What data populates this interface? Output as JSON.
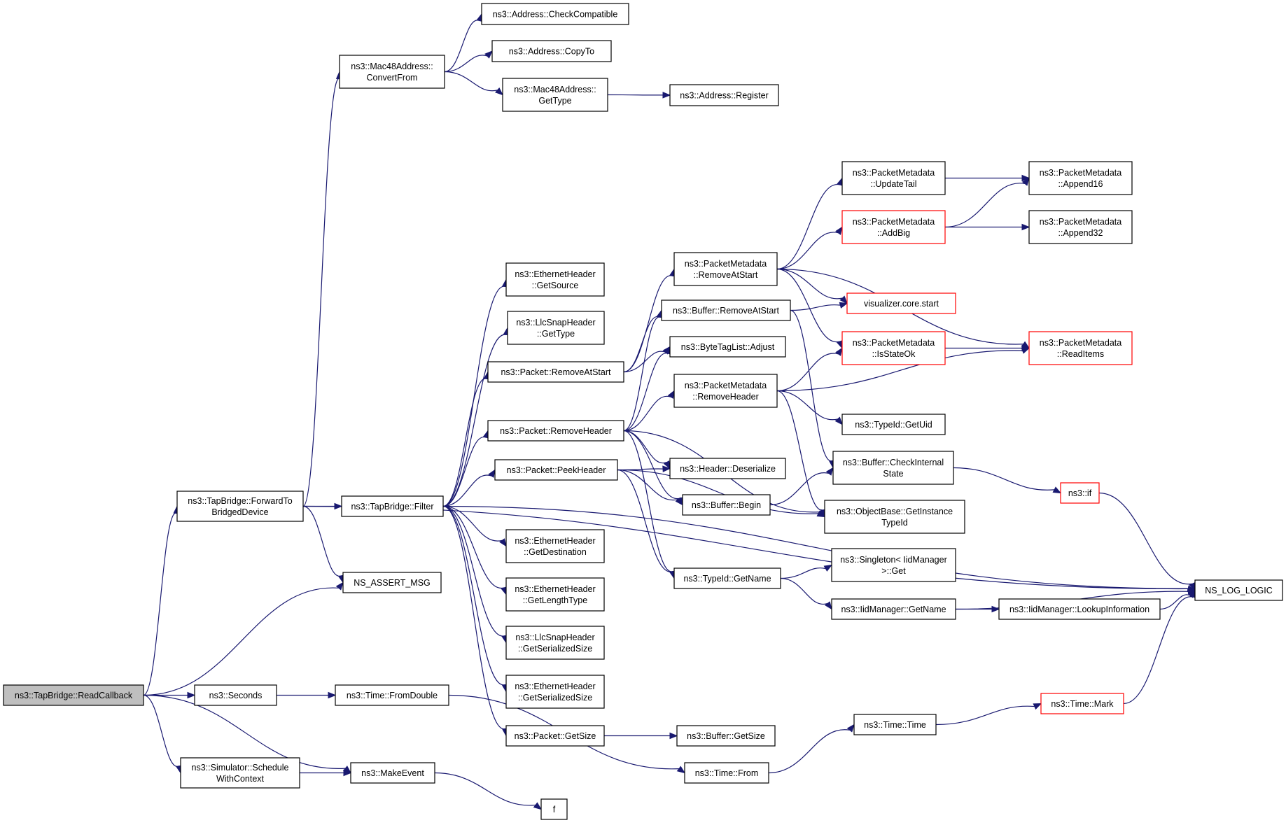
{
  "colors": {
    "edge": "#191970",
    "node_border": "#000000",
    "node_border_truncated": "#ff0000",
    "root_fill": "#bfbfbf",
    "node_fill": "#ffffff"
  },
  "nodes": [
    {
      "id": "readcallback",
      "label": [
        "ns3::TapBridge::ReadCallback"
      ],
      "style": "root"
    },
    {
      "id": "forwardto",
      "label": [
        "ns3::TapBridge::ForwardTo",
        "BridgedDevice"
      ],
      "style": "normal"
    },
    {
      "id": "assertmsg",
      "label": [
        "NS_ASSERT_MSG"
      ],
      "style": "normal"
    },
    {
      "id": "seconds",
      "label": [
        "ns3::Seconds"
      ],
      "style": "normal"
    },
    {
      "id": "schedule",
      "label": [
        "ns3::Simulator::Schedule",
        "WithContext"
      ],
      "style": "normal"
    },
    {
      "id": "makeevent",
      "label": [
        "ns3::MakeEvent"
      ],
      "style": "normal"
    },
    {
      "id": "f",
      "label": [
        "f"
      ],
      "style": "normal"
    },
    {
      "id": "mac48convert",
      "label": [
        "ns3::Mac48Address::",
        "ConvertFrom"
      ],
      "style": "normal"
    },
    {
      "id": "checkcompat",
      "label": [
        "ns3::Address::CheckCompatible"
      ],
      "style": "normal"
    },
    {
      "id": "copyto",
      "label": [
        "ns3::Address::CopyTo"
      ],
      "style": "normal"
    },
    {
      "id": "mac48gettype",
      "label": [
        "ns3::Mac48Address::",
        "GetType"
      ],
      "style": "normal"
    },
    {
      "id": "register",
      "label": [
        "ns3::Address::Register"
      ],
      "style": "normal"
    },
    {
      "id": "filter",
      "label": [
        "ns3::TapBridge::Filter"
      ],
      "style": "normal"
    },
    {
      "id": "fromdouble",
      "label": [
        "ns3::Time::FromDouble"
      ],
      "style": "normal"
    },
    {
      "id": "ethgetsource",
      "label": [
        "ns3::EthernetHeader",
        "::GetSource"
      ],
      "style": "normal"
    },
    {
      "id": "llcgettype",
      "label": [
        "ns3::LlcSnapHeader",
        "::GetType"
      ],
      "style": "normal"
    },
    {
      "id": "pktremoveatstart",
      "label": [
        "ns3::Packet::RemoveAtStart"
      ],
      "style": "normal"
    },
    {
      "id": "pktremoveheader",
      "label": [
        "ns3::Packet::RemoveHeader"
      ],
      "style": "normal"
    },
    {
      "id": "pktpeekheader",
      "label": [
        "ns3::Packet::PeekHeader"
      ],
      "style": "normal"
    },
    {
      "id": "ethgetdest",
      "label": [
        "ns3::EthernetHeader",
        "::GetDestination"
      ],
      "style": "normal"
    },
    {
      "id": "ethgetlen",
      "label": [
        "ns3::EthernetHeader",
        "::GetLengthType"
      ],
      "style": "normal"
    },
    {
      "id": "llcserial",
      "label": [
        "ns3::LlcSnapHeader",
        "::GetSerializedSize"
      ],
      "style": "normal"
    },
    {
      "id": "ethserial",
      "label": [
        "ns3::EthernetHeader",
        "::GetSerializedSize"
      ],
      "style": "normal"
    },
    {
      "id": "pktgetsize",
      "label": [
        "ns3::Packet::GetSize"
      ],
      "style": "normal"
    },
    {
      "id": "pmremoveatstart",
      "label": [
        "ns3::PacketMetadata",
        "::RemoveAtStart"
      ],
      "style": "normal"
    },
    {
      "id": "bufremoveatstart",
      "label": [
        "ns3::Buffer::RemoveAtStart"
      ],
      "style": "normal"
    },
    {
      "id": "bytetagadjust",
      "label": [
        "ns3::ByteTagList::Adjust"
      ],
      "style": "normal"
    },
    {
      "id": "pmremoveheader",
      "label": [
        "ns3::PacketMetadata",
        "::RemoveHeader"
      ],
      "style": "normal"
    },
    {
      "id": "headerdeser",
      "label": [
        "ns3::Header::Deserialize"
      ],
      "style": "normal"
    },
    {
      "id": "bufbegin",
      "label": [
        "ns3::Buffer::Begin"
      ],
      "style": "normal"
    },
    {
      "id": "typeidgetname",
      "label": [
        "ns3::TypeId::GetName"
      ],
      "style": "normal"
    },
    {
      "id": "bufgetsize",
      "label": [
        "ns3::Buffer::GetSize"
      ],
      "style": "normal"
    },
    {
      "id": "timefrom",
      "label": [
        "ns3::Time::From"
      ],
      "style": "normal"
    },
    {
      "id": "pmupdatetail",
      "label": [
        "ns3::PacketMetadata",
        "::UpdateTail"
      ],
      "style": "normal"
    },
    {
      "id": "pmaddbig",
      "label": [
        "ns3::PacketMetadata",
        "::AddBig"
      ],
      "style": "truncated"
    },
    {
      "id": "vizstart",
      "label": [
        "visualizer.core.start"
      ],
      "style": "truncated"
    },
    {
      "id": "pmisstateok",
      "label": [
        "ns3::PacketMetadata",
        "::IsStateOk"
      ],
      "style": "truncated"
    },
    {
      "id": "typeidgetuid",
      "label": [
        "ns3::TypeId::GetUid"
      ],
      "style": "normal"
    },
    {
      "id": "bufcheckinternal",
      "label": [
        "ns3::Buffer::CheckInternal",
        "State"
      ],
      "style": "normal"
    },
    {
      "id": "objbasegetinst",
      "label": [
        "ns3::ObjectBase::GetInstance",
        "TypeId"
      ],
      "style": "normal"
    },
    {
      "id": "singletonget",
      "label": [
        "ns3::Singleton< IidManager",
        ">::Get"
      ],
      "style": "normal"
    },
    {
      "id": "iidgetname",
      "label": [
        "ns3::IidManager::GetName"
      ],
      "style": "normal"
    },
    {
      "id": "timetime",
      "label": [
        "ns3::Time::Time"
      ],
      "style": "normal"
    },
    {
      "id": "pmappend16",
      "label": [
        "ns3::PacketMetadata",
        "::Append16"
      ],
      "style": "normal"
    },
    {
      "id": "pmappend32",
      "label": [
        "ns3::PacketMetadata",
        "::Append32"
      ],
      "style": "normal"
    },
    {
      "id": "pmreaditems",
      "label": [
        "ns3::PacketMetadata",
        "::ReadItems"
      ],
      "style": "truncated"
    },
    {
      "id": "ns3if",
      "label": [
        "ns3::if"
      ],
      "style": "truncated"
    },
    {
      "id": "iidlookup",
      "label": [
        "ns3::IidManager::LookupInformation"
      ],
      "style": "normal"
    },
    {
      "id": "timemark",
      "label": [
        "ns3::Time::Mark"
      ],
      "style": "truncated"
    },
    {
      "id": "nsloglogic",
      "label": [
        "NS_LOG_LOGIC"
      ],
      "style": "normal"
    }
  ],
  "edges": [
    [
      "readcallback",
      "forwardto"
    ],
    [
      "readcallback",
      "assertmsg"
    ],
    [
      "readcallback",
      "seconds"
    ],
    [
      "readcallback",
      "schedule"
    ],
    [
      "readcallback",
      "makeevent"
    ],
    [
      "forwardto",
      "mac48convert"
    ],
    [
      "forwardto",
      "filter"
    ],
    [
      "forwardto",
      "assertmsg"
    ],
    [
      "forwardto",
      "nsloglogic"
    ],
    [
      "mac48convert",
      "checkcompat"
    ],
    [
      "mac48convert",
      "copyto"
    ],
    [
      "mac48convert",
      "mac48gettype"
    ],
    [
      "mac48gettype",
      "register"
    ],
    [
      "seconds",
      "fromdouble"
    ],
    [
      "fromdouble",
      "timefrom"
    ],
    [
      "schedule",
      "makeevent"
    ],
    [
      "makeevent",
      "f"
    ],
    [
      "filter",
      "ethgetsource"
    ],
    [
      "filter",
      "llcgettype"
    ],
    [
      "filter",
      "pktremoveatstart"
    ],
    [
      "filter",
      "pktremoveheader"
    ],
    [
      "filter",
      "pktpeekheader"
    ],
    [
      "filter",
      "ethgetdest"
    ],
    [
      "filter",
      "ethgetlen"
    ],
    [
      "filter",
      "llcserial"
    ],
    [
      "filter",
      "ethserial"
    ],
    [
      "filter",
      "pktgetsize"
    ],
    [
      "filter",
      "nsloglogic"
    ],
    [
      "pktremoveatstart",
      "pmremoveatstart"
    ],
    [
      "pktremoveatstart",
      "bufremoveatstart"
    ],
    [
      "pktremoveatstart",
      "bytetagadjust"
    ],
    [
      "pktremoveheader",
      "bufremoveatstart"
    ],
    [
      "pktremoveheader",
      "bytetagadjust"
    ],
    [
      "pktremoveheader",
      "pmremoveheader"
    ],
    [
      "pktremoveheader",
      "headerdeser"
    ],
    [
      "pktremoveheader",
      "bufbegin"
    ],
    [
      "pktremoveheader",
      "typeidgetname"
    ],
    [
      "pktremoveheader",
      "objbasegetinst"
    ],
    [
      "pktpeekheader",
      "headerdeser"
    ],
    [
      "pktpeekheader",
      "bufbegin"
    ],
    [
      "pktpeekheader",
      "typeidgetname"
    ],
    [
      "pktpeekheader",
      "objbasegetinst"
    ],
    [
      "pktgetsize",
      "bufgetsize"
    ],
    [
      "pmremoveatstart",
      "pmupdatetail"
    ],
    [
      "pmremoveatstart",
      "pmaddbig"
    ],
    [
      "pmremoveatstart",
      "vizstart"
    ],
    [
      "pmremoveatstart",
      "pmisstateok"
    ],
    [
      "pmremoveatstart",
      "pmreaditems"
    ],
    [
      "bufremoveatstart",
      "vizstart"
    ],
    [
      "bufremoveatstart",
      "bufcheckinternal"
    ],
    [
      "pmremoveheader",
      "pmisstateok"
    ],
    [
      "pmremoveheader",
      "pmreaditems"
    ],
    [
      "pmremoveheader",
      "typeidgetuid"
    ],
    [
      "pmremoveheader",
      "objbasegetinst"
    ],
    [
      "bufbegin",
      "bufcheckinternal"
    ],
    [
      "typeidgetname",
      "singletonget"
    ],
    [
      "typeidgetname",
      "iidgetname"
    ],
    [
      "timefrom",
      "timetime"
    ],
    [
      "pmupdatetail",
      "pmappend16"
    ],
    [
      "pmaddbig",
      "pmappend16"
    ],
    [
      "pmaddbig",
      "pmappend32"
    ],
    [
      "pmisstateok",
      "pmreaditems"
    ],
    [
      "bufcheckinternal",
      "ns3if"
    ],
    [
      "ns3if",
      "nsloglogic"
    ],
    [
      "iidgetname",
      "iidlookup"
    ],
    [
      "iidgetname",
      "nsloglogic"
    ],
    [
      "iidlookup",
      "nsloglogic"
    ],
    [
      "timetime",
      "timemark"
    ],
    [
      "timemark",
      "nsloglogic"
    ]
  ]
}
